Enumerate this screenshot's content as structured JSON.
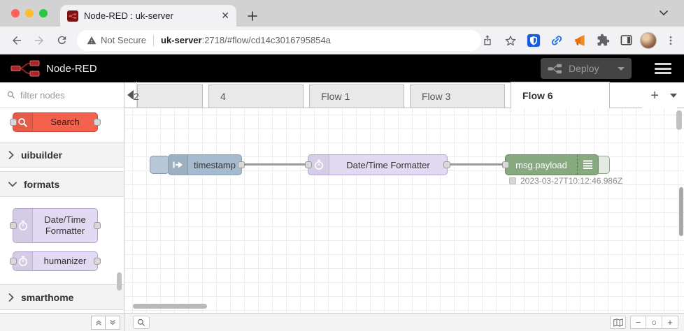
{
  "browser": {
    "tab_title": "Node-RED : uk-server",
    "security_label": "Not Secure",
    "url_host": "uk-server",
    "url_rest": ":2718/#flow/cd14c3016795854a"
  },
  "header": {
    "brand": "Node-RED",
    "deploy_label": "Deploy"
  },
  "palette": {
    "filter_placeholder": "filter nodes",
    "search_node_label": "Search",
    "categories": {
      "uibuilder": "uibuilder",
      "formats": "formats",
      "smarthome": "smarthome"
    },
    "nodes": {
      "datetime_line1": "Date/Time",
      "datetime_line2": "Formatter",
      "humanizer": "humanizer"
    }
  },
  "flow_tabs": {
    "t0": "2",
    "t1": "4",
    "t2": "Flow 1",
    "t3": "Flow 3",
    "t4": "Flow 6"
  },
  "canvas": {
    "inject_label": "timestamp",
    "formatter_label": "Date/Time Formatter",
    "debug_label": "msg.payload",
    "debug_status": "2023-03-27T10:12:46.986Z"
  },
  "footer": {
    "zoom_out": "−",
    "zoom_reset": "○",
    "zoom_in": "+"
  },
  "colors": {
    "inject_node": "#a6bbcf",
    "formatter_node": "#e2d9f3",
    "debug_node": "#87a980",
    "search_node": "#f4624e",
    "brand_red": "#ad1625",
    "header_bg": "#000000",
    "link_icon_blue": "#1a73e8",
    "bitwarden_blue": "#175ddc",
    "megaphone_orange": "#e8710a"
  }
}
